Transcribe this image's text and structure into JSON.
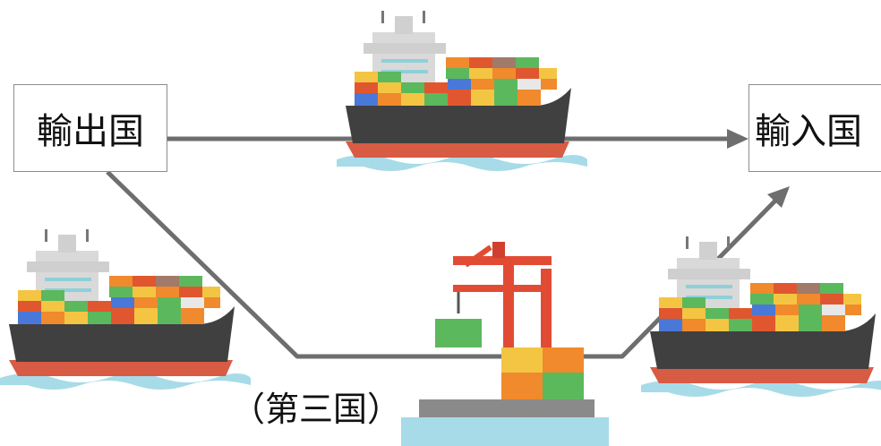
{
  "labels": {
    "exporter": "輸出国",
    "importer": "輸入国",
    "third_country": "（第三国）"
  },
  "colors": {
    "arrow": "#6e6e6e",
    "hull": "#404040",
    "hull_bottom": "#d85b44",
    "superstructure": "#d6d6d6",
    "window": "#8fd0d8",
    "water": "#a7dbe8",
    "crane": "#e24b33",
    "container_green": "#5cb85c",
    "container_orange": "#f08a2c",
    "container_yellow": "#f4c542",
    "pier": "#8a8a8a"
  },
  "icons": [
    "container-ship-icon",
    "port-crane-icon",
    "shipping-container-icon",
    "pier-icon",
    "arrow-icon"
  ]
}
